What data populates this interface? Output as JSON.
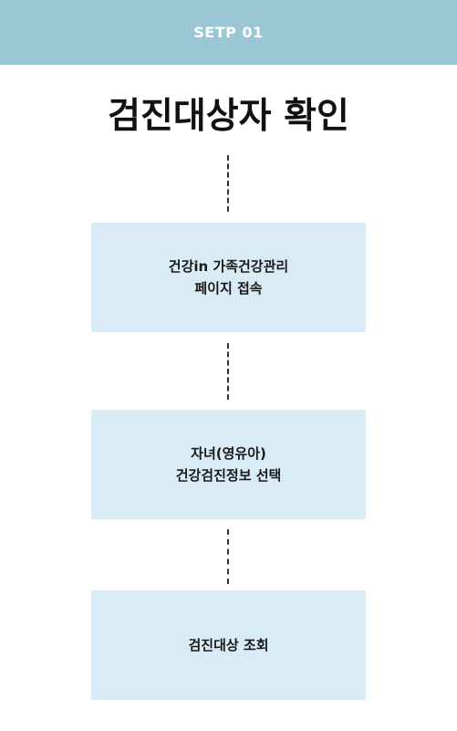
{
  "header": {
    "step_label": "SETP 01"
  },
  "title": "검진대상자 확인",
  "steps": [
    {
      "lines": [
        "건강in 가족건강관리",
        "페이지 접속"
      ]
    },
    {
      "lines": [
        "자녀(영유아)",
        "건강검진정보 선택"
      ]
    },
    {
      "lines": [
        "검진대상 조회"
      ]
    }
  ],
  "colors": {
    "header_bg": "#9bc6d5",
    "box_bg": "#d9ebf5",
    "text": "#111111",
    "header_text": "#ffffff"
  }
}
